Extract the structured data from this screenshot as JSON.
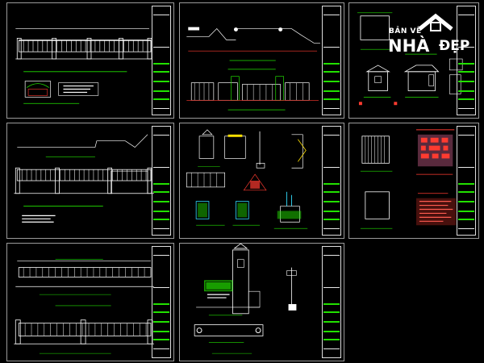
{
  "canvas": {
    "background": "#000000",
    "frame_color": "#9a9a9a"
  },
  "colors": {
    "green": "#22e000",
    "white": "#ffffff",
    "red": "#ff3b30",
    "yellow": "#ffe000",
    "cyan": "#33ddff",
    "pink": "#ff77b0"
  },
  "watermark": {
    "line1": "BẢN VẼ",
    "line2": "NHÀ",
    "line3": "ĐẸP",
    "icon": "house-roof-icon"
  },
  "sheets": [
    {
      "id": "sheet-1",
      "content": "fence-elevation-drawings"
    },
    {
      "id": "sheet-2",
      "content": "gate-elevation-drawings"
    },
    {
      "id": "sheet-3",
      "content": "guardhouse-plan-elevation-drawings"
    },
    {
      "id": "sheet-4",
      "content": "fence-elevation-drawings"
    },
    {
      "id": "sheet-5",
      "content": "fence-detail-sections"
    },
    {
      "id": "sheet-6",
      "content": "gatehouse-details-and-notes"
    },
    {
      "id": "sheet-7",
      "content": "fence-elevation-drawings"
    },
    {
      "id": "sheet-8",
      "content": "gate-pillar-elevation"
    }
  ]
}
